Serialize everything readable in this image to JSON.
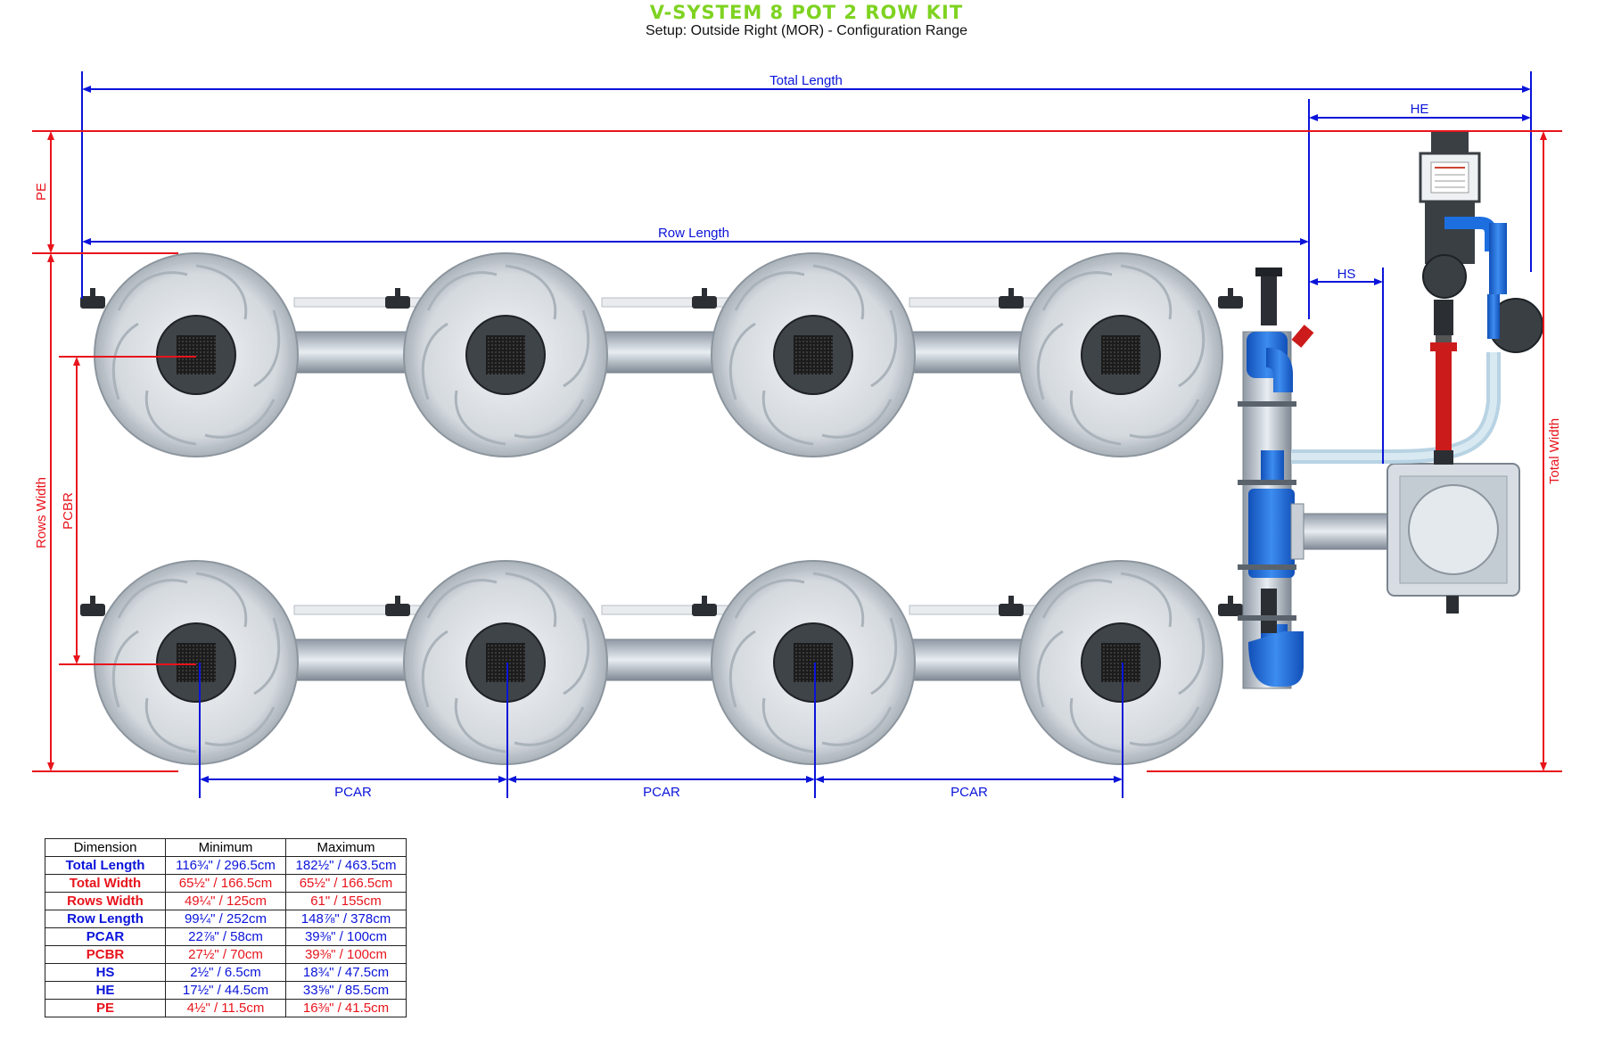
{
  "title": "V-SYSTEM 8 POT 2 ROW KIT",
  "subtitle": "Setup: Outside Right (MOR) - Configuration Range",
  "colors": {
    "title": "#7ed321",
    "blue_dim": "#0a14d9",
    "red_dim": "#e8141c",
    "pipe_blue": "#1d6fe0"
  },
  "labels": {
    "total_length": "Total Length",
    "he": "HE",
    "pe": "PE",
    "row_length": "Row Length",
    "hs": "HS",
    "rows_width": "Rows Width",
    "pcbr": "PCBR",
    "total_width": "Total Width",
    "pcar_1": "PCAR",
    "pcar_2": "PCAR",
    "pcar_3": "PCAR"
  },
  "table": {
    "headers": [
      "Dimension",
      "Minimum",
      "Maximum"
    ],
    "rows": [
      {
        "name": "Total Length",
        "min": "116¾\" / 296.5cm",
        "max": "182½\" / 463.5cm",
        "color": "blue"
      },
      {
        "name": "Total Width",
        "min": "65½\" / 166.5cm",
        "max": "65½\" / 166.5cm",
        "color": "red"
      },
      {
        "name": "Rows Width",
        "min": "49¼\" / 125cm",
        "max": "61\" / 155cm",
        "color": "red"
      },
      {
        "name": "Row Length",
        "min": "99¼\" / 252cm",
        "max": "148⅞\" / 378cm",
        "color": "blue"
      },
      {
        "name": "PCAR",
        "min": "22⅞\" / 58cm",
        "max": "39⅜\" / 100cm",
        "color": "blue"
      },
      {
        "name": "PCBR",
        "min": "27½\" / 70cm",
        "max": "39⅜\" / 100cm",
        "color": "red"
      },
      {
        "name": "HS",
        "min": "2½\" / 6.5cm",
        "max": "18¾\" / 47.5cm",
        "color": "blue"
      },
      {
        "name": "HE",
        "min": "17½\" / 44.5cm",
        "max": "33⅝\" / 85.5cm",
        "color": "blue"
      },
      {
        "name": "PE",
        "min": "4½\" / 11.5cm",
        "max": "16⅜\" / 41.5cm",
        "color": "red"
      }
    ]
  }
}
